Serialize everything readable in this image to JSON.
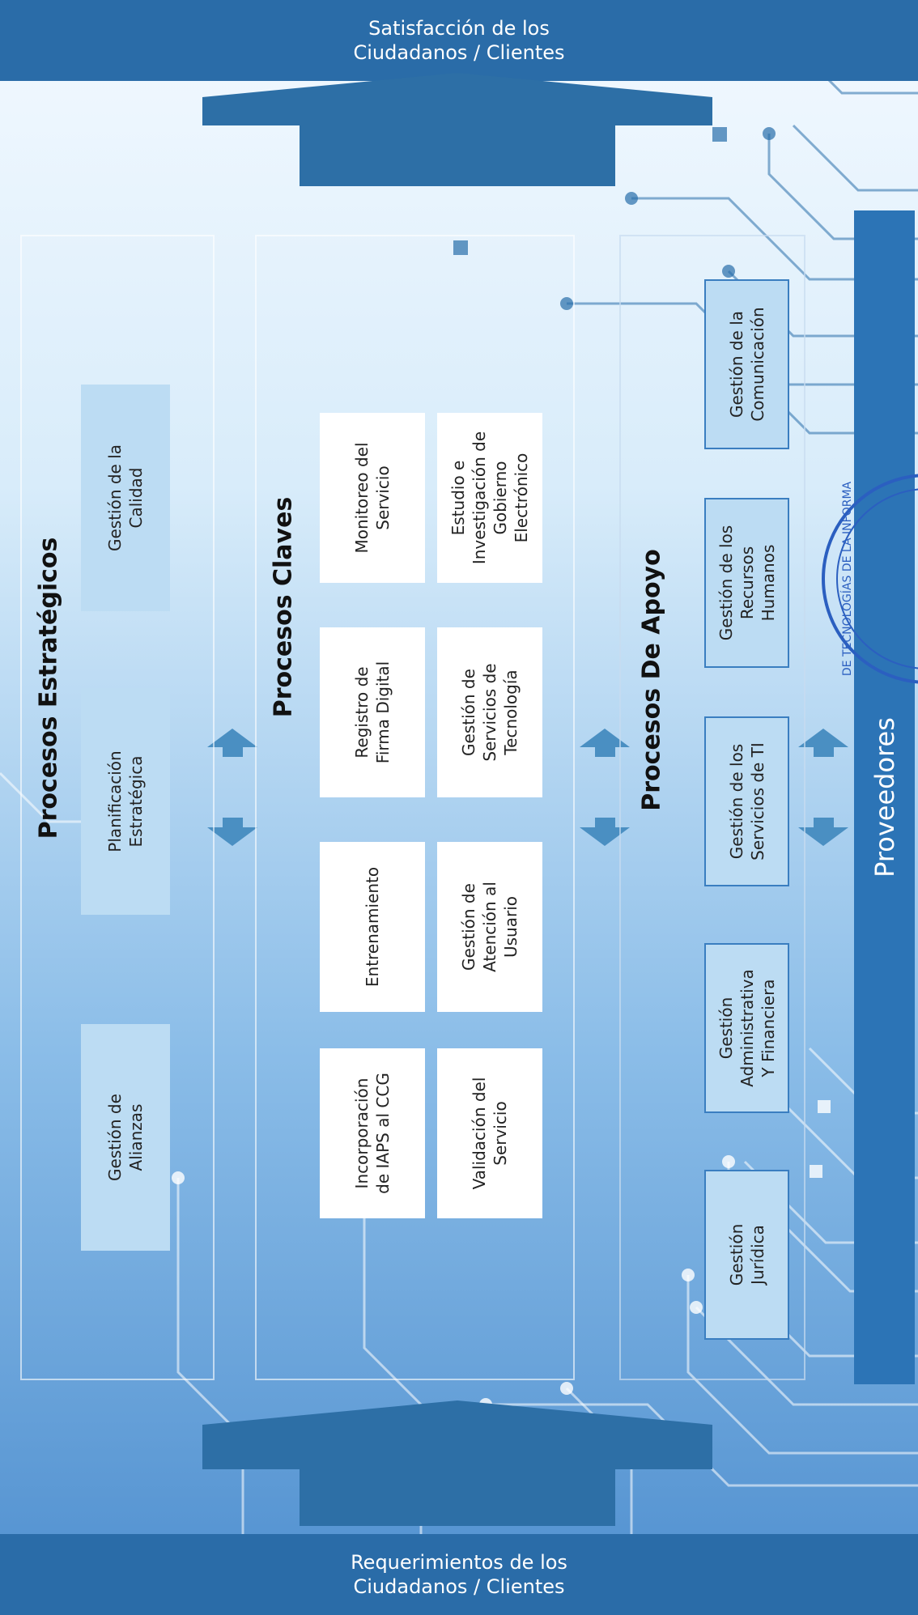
{
  "bands": {
    "left_line1": "Requerimientos de los",
    "left_line2": "Ciudadanos / Clientes",
    "right_line1": "Satisfacción de los",
    "right_line2": "Ciudadanos / Clientes"
  },
  "strategic": {
    "title": "Procesos Estratégicos",
    "boxes": [
      "Gestión de\nAlianzas",
      "Planificación\nEstratégica",
      "Gestión de la\nCalidad"
    ]
  },
  "key": {
    "title": "Procesos Claves",
    "top_row": [
      "Incorporación\nde IAPS al CCG",
      "Entrenamiento",
      "Registro de\nFirma Digital",
      "Monitoreo del\nServicio"
    ],
    "bottom_row": [
      "Validación del\nServicio",
      "Gestión de\nAtención al\nUsuario",
      "Gestión de\nServicios de\nTecnología",
      "Estudio e\nInvestigación de\nGobierno\nElectrónico"
    ]
  },
  "support": {
    "title": "Procesos De Apoyo",
    "boxes": [
      "Gestión\nJurídica",
      "Gestión\nAdministrativa\nY Financiera",
      "Gestión de los\nServicios de TI",
      "Gestión de los\nRecursos\nHumanos",
      "Gestión de la\nComunicación"
    ]
  },
  "suppliers": {
    "label": "Proveedores"
  },
  "stamp": {
    "text": "DE TECNOLOGÍAS DE LA INFORMA"
  },
  "colors": {
    "band": "#2a6ca8",
    "arrow": "#2d6fa6",
    "box_light": "#bcdcf3",
    "box_border": "#3a7ec0",
    "stamp": "#2b5fc0"
  }
}
